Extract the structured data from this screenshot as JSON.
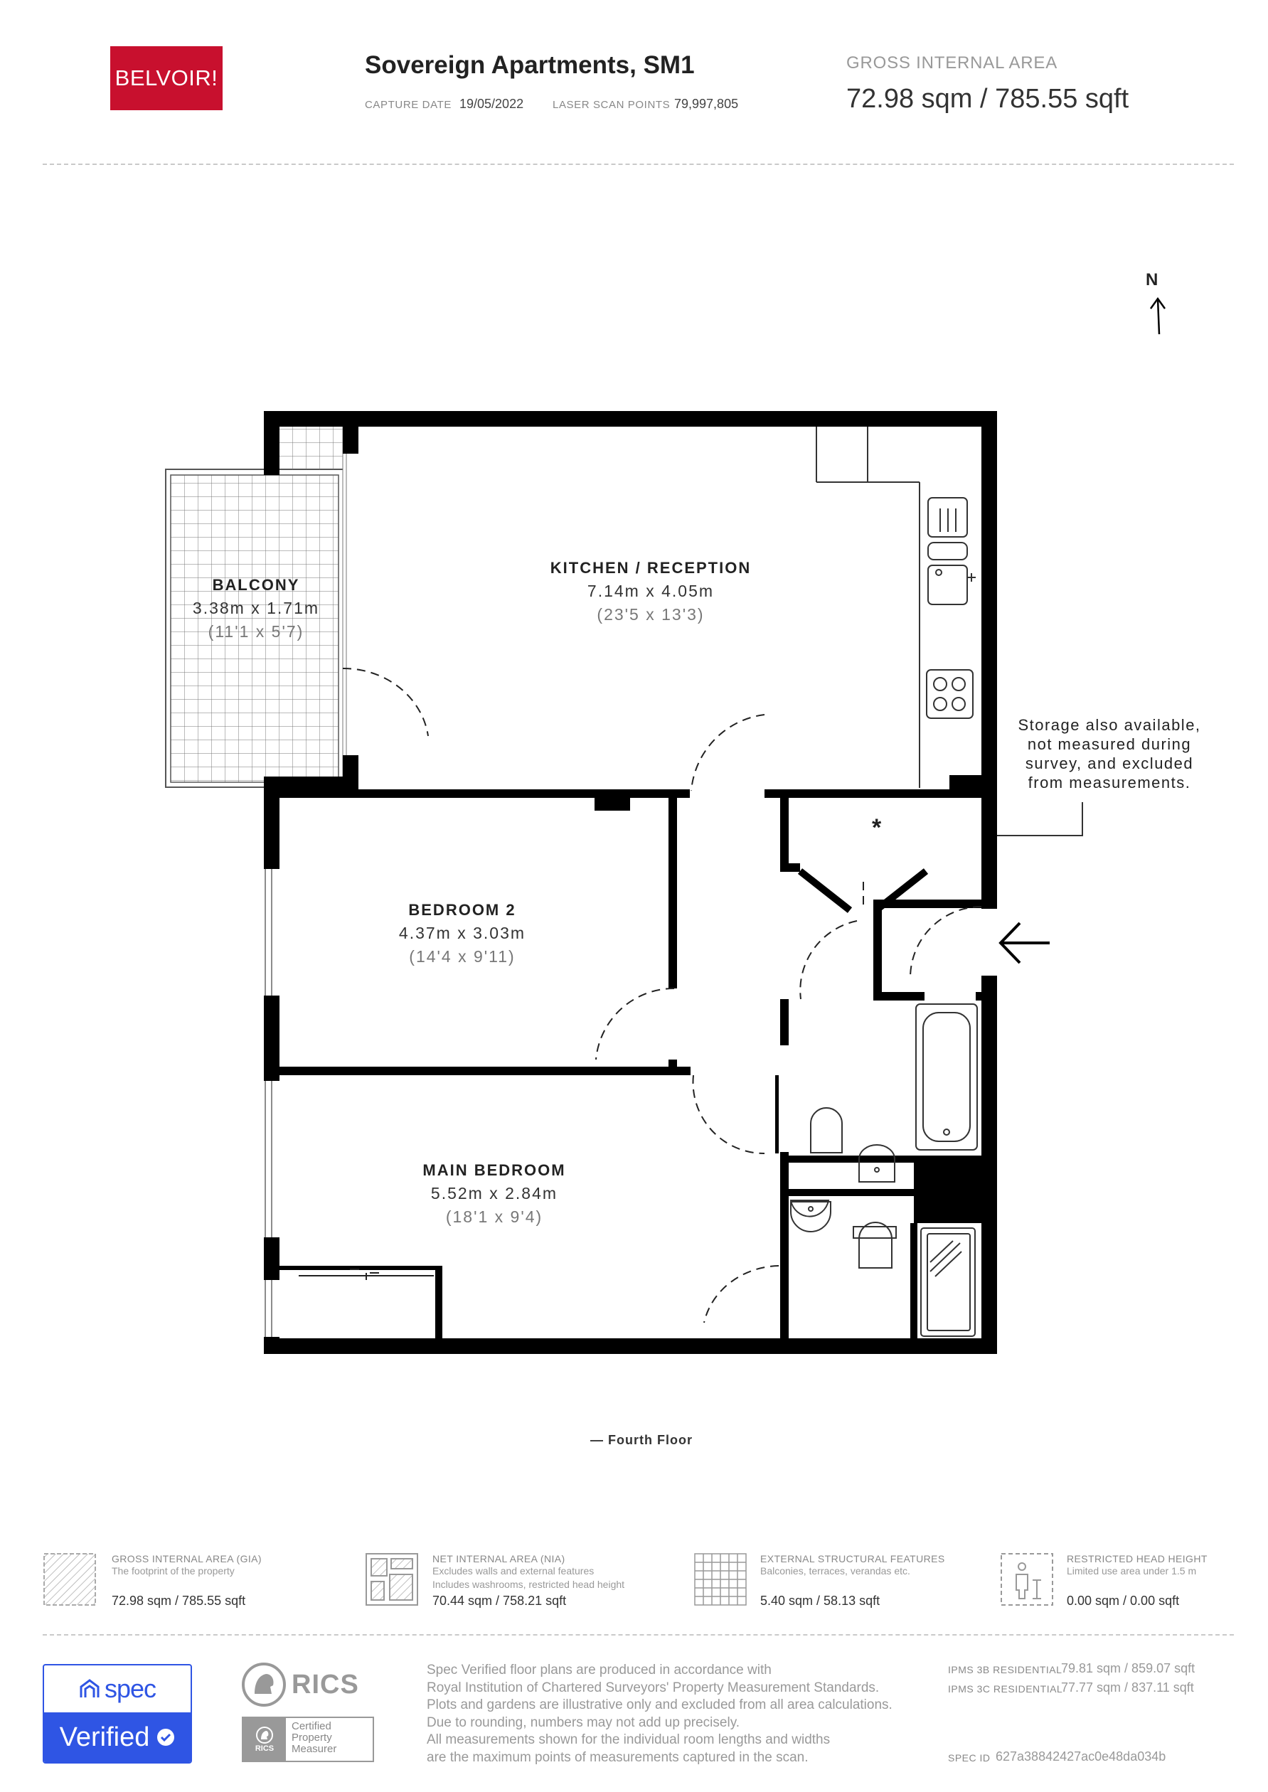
{
  "header": {
    "logo_text": "BELVOIR!",
    "property_title": "Sovereign Apartments, SM1",
    "capture_date_label": "CAPTURE DATE",
    "capture_date": "19/05/2022",
    "scan_points_label": "LASER SCAN POINTS",
    "scan_points": "79,997,805",
    "gia_label": "GROSS INTERNAL AREA",
    "gia_value": "72.98 sqm / 785.55 sqft"
  },
  "compass": {
    "north_label": "N"
  },
  "rooms": {
    "balcony": {
      "name": "BALCONY",
      "metric": "3.38m x 1.71m",
      "imperial": "(11'1 x 5'7)"
    },
    "kitchen": {
      "name": "KITCHEN / RECEPTION",
      "metric": "7.14m x 4.05m",
      "imperial": "(23'5 x 13'3)"
    },
    "bedroom2": {
      "name": "BEDROOM 2",
      "metric": "4.37m x 3.03m",
      "imperial": "(14'4 x 9'11)"
    },
    "main_bedroom": {
      "name": "MAIN BEDROOM",
      "metric": "5.52m x 2.84m",
      "imperial": "(18'1 x 9'4)"
    }
  },
  "storage_marker": "*",
  "storage_note": [
    "Storage also available,",
    "not measured during",
    "survey, and excluded",
    "from measurements."
  ],
  "floor_label": "— Fourth Floor",
  "legend": [
    {
      "title": "GROSS INTERNAL AREA (GIA)",
      "sub": [
        "The footprint of the property"
      ],
      "value": "72.98 sqm / 785.55 sqft"
    },
    {
      "title": "NET INTERNAL AREA (NIA)",
      "sub": [
        "Excludes walls and external features",
        "Includes washrooms, restricted head height"
      ],
      "value": "70.44 sqm / 758.21 sqft"
    },
    {
      "title": "EXTERNAL STRUCTURAL FEATURES",
      "sub": [
        "Balconies, terraces, verandas etc."
      ],
      "value": "5.40 sqm / 58.13 sqft"
    },
    {
      "title": "RESTRICTED HEAD HEIGHT",
      "sub": [
        "Limited use area under 1.5 m"
      ],
      "value": "0.00 sqm / 0.00 sqft"
    }
  ],
  "footer": {
    "spec_word": "spec",
    "verified_word": "Verified",
    "rics_word": "RICS",
    "certified_lines": [
      "Certified",
      "Property",
      "Measurer"
    ],
    "rics_small": "RICS",
    "disclaimer": [
      "Spec Verified floor plans are produced in accordance with",
      "Royal Institution of Chartered Surveyors' Property Measurement Standards.",
      "Plots and gardens are illustrative only and excluded from all area calculations.",
      "Due to rounding, numbers may not add up precisely.",
      "All measurements shown for the individual room lengths and widths",
      "are the maximum points of measurements captured in the scan."
    ],
    "ipms3b_label": "IPMS 3B RESIDENTIAL",
    "ipms3b_value": "79.81 sqm / 859.07 sqft",
    "ipms3c_label": "IPMS 3C RESIDENTIAL",
    "ipms3c_value": "77.77 sqm / 837.11 sqft",
    "spec_id_label": "SPEC ID",
    "spec_id_value": "627a38842427ac0e48da034b"
  },
  "colors": {
    "brand_red": "#c8102e",
    "spec_blue": "#2f55e4",
    "wall": "#000000"
  }
}
